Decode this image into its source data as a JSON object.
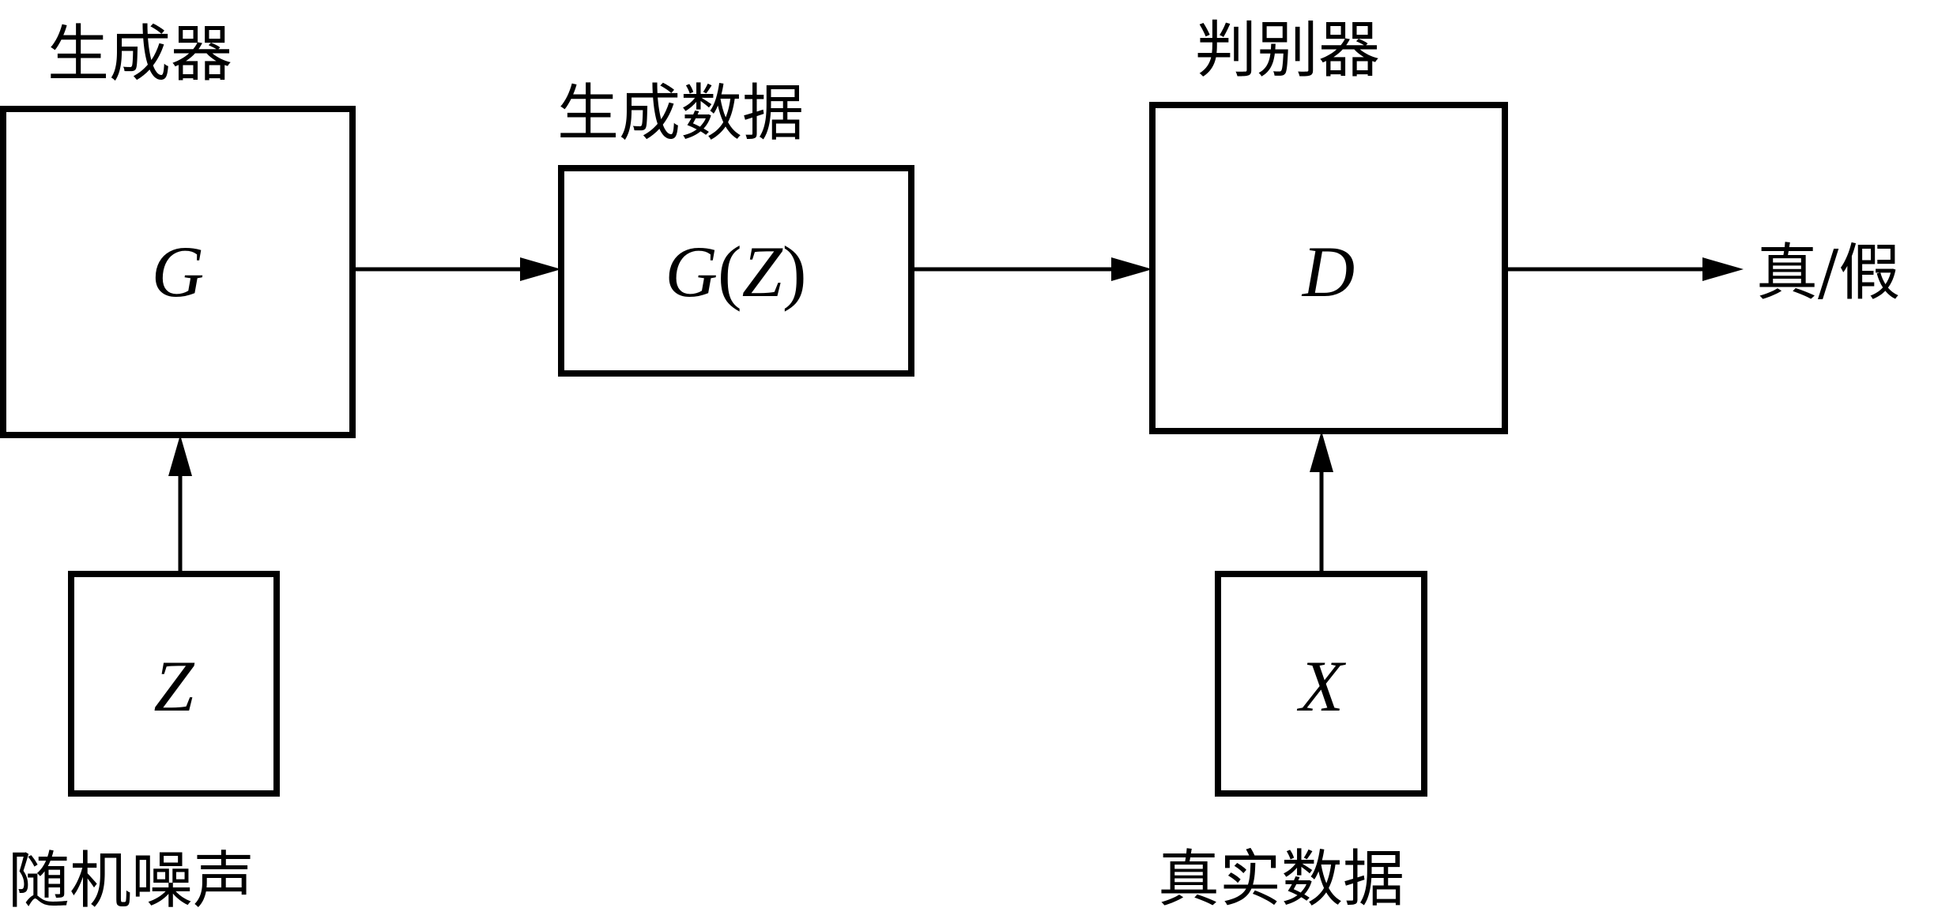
{
  "generator": {
    "title": "生成器",
    "symbol": "G"
  },
  "generated_data": {
    "title": "生成数据",
    "symbol_fn": "G",
    "symbol_open": "(",
    "symbol_arg": "Z",
    "symbol_close": ")"
  },
  "discriminator": {
    "title": "判别器",
    "symbol": "D"
  },
  "noise": {
    "symbol": "Z",
    "caption": "随机噪声"
  },
  "real_data": {
    "symbol": "X",
    "caption": "真实数据"
  },
  "output": {
    "label": "真/假"
  },
  "colors": {
    "stroke": "#000000",
    "background": "#ffffff"
  }
}
